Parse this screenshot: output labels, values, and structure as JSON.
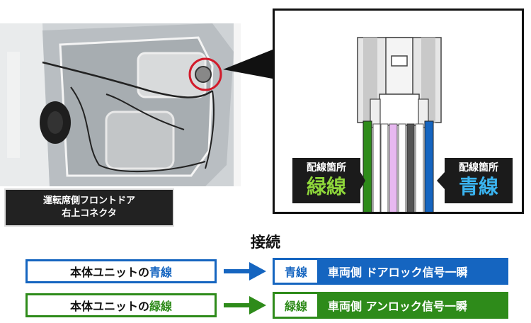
{
  "photo_caption": {
    "line1": "運転席側フロントドア",
    "line2": "右上コネクタ"
  },
  "zoom": {
    "green_label": {
      "top": "配線箇所",
      "main": "緑線"
    },
    "blue_label": {
      "top": "配線箇所",
      "main": "青線"
    }
  },
  "connect_title": "接続",
  "rows": [
    {
      "src_prefix": "本体ユニットの",
      "src_color_word": "青線",
      "tag": "青線",
      "dest": "車両側 ドアロック信号一瞬"
    },
    {
      "src_prefix": "本体ユニットの",
      "src_color_word": "緑線",
      "tag": "緑線",
      "dest": "車両側 アンロック信号一瞬"
    }
  ],
  "colors": {
    "blue": "#1565c0",
    "green": "#2e8b1a",
    "highlight_circle": "#d21a2a"
  }
}
